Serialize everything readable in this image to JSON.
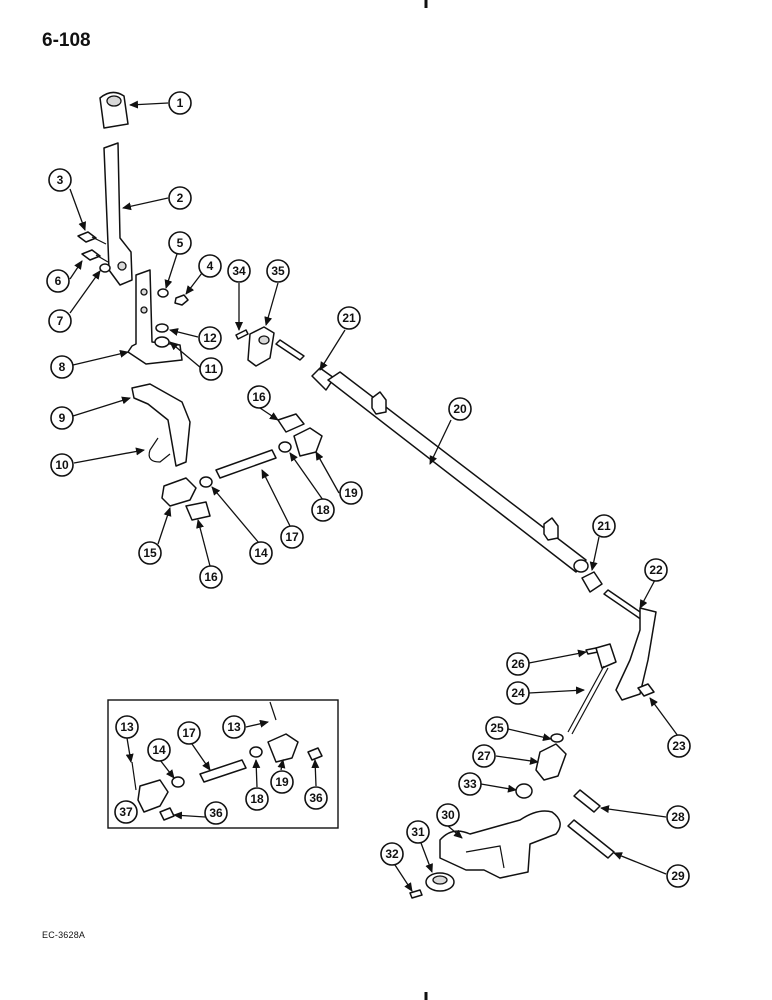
{
  "page": {
    "number": "6-108",
    "figure_code": "EC-3628A"
  },
  "callouts": {
    "c1": "1",
    "c2": "2",
    "c3": "3",
    "c4": "4",
    "c5": "5",
    "c6": "6",
    "c7": "7",
    "c8": "8",
    "c9": "9",
    "c10": "10",
    "c11": "11",
    "c12": "12",
    "c14": "14",
    "c15": "15",
    "c16a": "16",
    "c16b": "16",
    "c17": "17",
    "c18": "18",
    "c19": "19",
    "c20": "20",
    "c21a": "21",
    "c21b": "21",
    "c22": "22",
    "c23": "23",
    "c24": "24",
    "c25": "25",
    "c26": "26",
    "c27": "27",
    "c28": "28",
    "c29": "29",
    "c30": "30",
    "c31": "31",
    "c32": "32",
    "c33": "33",
    "c34": "34",
    "c35": "35"
  },
  "inset": {
    "i13a": "13",
    "i13b": "13",
    "i14": "14",
    "i17": "17",
    "i18": "18",
    "i19": "19",
    "i36a": "36",
    "i36b": "36",
    "i37": "37"
  }
}
